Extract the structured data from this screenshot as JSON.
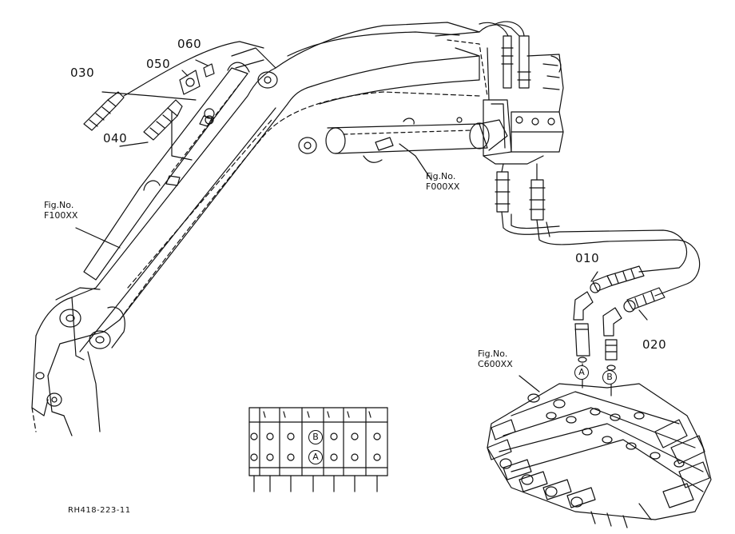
{
  "parts": {
    "p010": "010",
    "p020": "020",
    "p030": "030",
    "p040": "040",
    "p050": "050",
    "p060": "060"
  },
  "figure_refs": {
    "boom": {
      "line1": "Fig.No.",
      "line2": "F100XX"
    },
    "cylinder": {
      "line1": "Fig.No.",
      "line2": "F000XX"
    },
    "valve": {
      "line1": "Fig.No.",
      "line2": "C600XX"
    }
  },
  "port_markers": {
    "a": "A",
    "b": "B"
  },
  "drawing_code": "RH418-223-11"
}
